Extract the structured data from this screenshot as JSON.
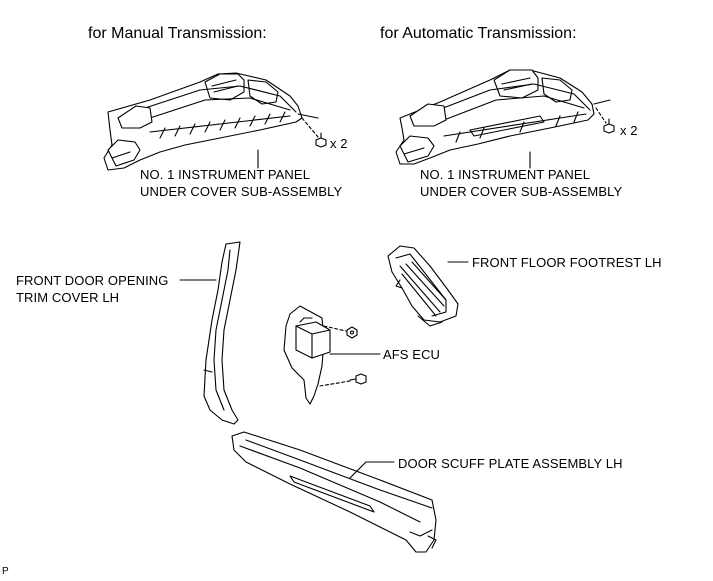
{
  "headings": {
    "manual": "for Manual Transmission:",
    "automatic": "for Automatic Transmission:"
  },
  "labels": {
    "manual_panel_line1": "NO. 1 INSTRUMENT PANEL",
    "manual_panel_line2": "UNDER COVER SUB-ASSEMBLY",
    "manual_count": "x 2",
    "auto_panel_line1": "NO. 1 INSTRUMENT PANEL",
    "auto_panel_line2": "UNDER COVER SUB-ASSEMBLY",
    "auto_count": "x 2",
    "door_trim_line1": "FRONT DOOR OPENING",
    "door_trim_line2": "TRIM COVER LH",
    "footrest": "FRONT FLOOR FOOTREST LH",
    "afs_ecu": "AFS ECU",
    "scuff_plate": "DOOR SCUFF PLATE ASSEMBLY LH",
    "corner_mark": "P"
  }
}
